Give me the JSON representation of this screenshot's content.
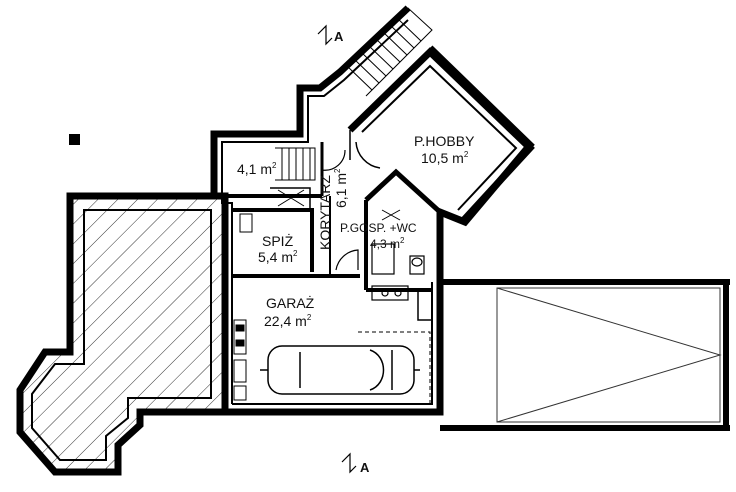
{
  "section_marks": {
    "top": "A",
    "bottom": "A"
  },
  "rooms": {
    "hobby": {
      "name": "P.HOBBY",
      "area": "10,5 m",
      "unit_sup": "2"
    },
    "stair_hall": {
      "area": "4,1 m",
      "unit_sup": "2"
    },
    "korytarz": {
      "name": "KORYTARZ",
      "area": "6,1 m",
      "unit_sup": "2"
    },
    "spiz": {
      "name": "SPIŻ",
      "area": "5,4 m",
      "unit_sup": "2"
    },
    "pgosp": {
      "name": "P.GOSP. +WC",
      "area": "4,3 m",
      "unit_sup": "2"
    },
    "garaz": {
      "name": "GARAŻ",
      "area": "22,4 m",
      "unit_sup": "2"
    }
  },
  "colors": {
    "wall": "#000000",
    "line": "#222222",
    "background": "#ffffff"
  }
}
